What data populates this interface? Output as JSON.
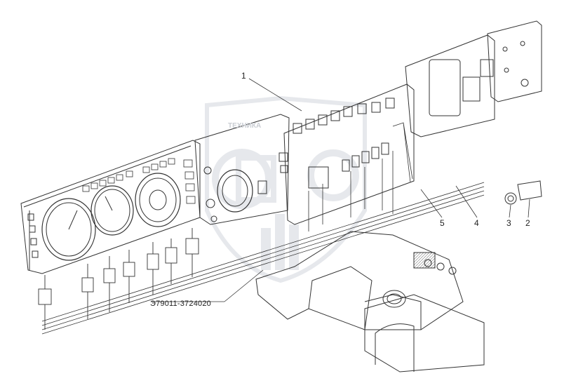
{
  "diagram": {
    "part_number": "Э79011-3724020",
    "callouts": [
      "1",
      "2",
      "3",
      "4",
      "5"
    ],
    "watermark": {
      "logo_text": "ЭПФ",
      "caption": "ТЕХНИКА"
    },
    "colors": {
      "line": "#333333",
      "watermark": "#d3d7dd",
      "paper": "#ffffff"
    }
  }
}
